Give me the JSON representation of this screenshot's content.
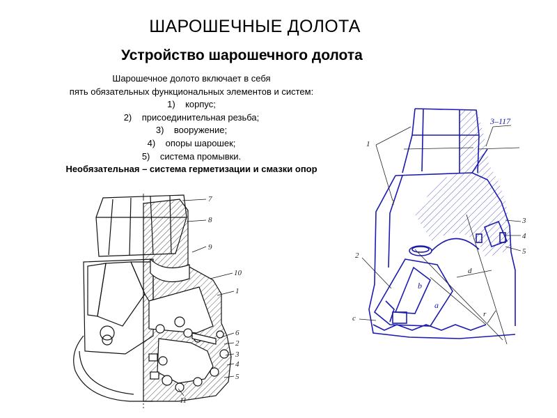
{
  "slide": {
    "title": "ШАРОШЕЧНЫЕ ДОЛОТА",
    "subtitle": "Устройство шарошечного долота",
    "intro_line1": "Шарошечное долото включает в себя",
    "intro_line2": "пять обязательных функциональных элементов и систем:",
    "elements": [
      "1)    корпус;",
      "2)    присоединительная резьба;",
      "3)    вооружение;",
      "4)    опоры шарошек;",
      "5)    система промывки."
    ],
    "optional_note": "Необязательная – система герметизации и смазки опор"
  },
  "left_drawing": {
    "callouts": [
      "7",
      "8",
      "9",
      "10",
      "1",
      "6",
      "2",
      "3",
      "4",
      "5",
      "11"
    ]
  },
  "right_drawing": {
    "dimension_label": "3–117",
    "callouts": [
      "1",
      "1",
      "2",
      "3",
      "4",
      "5"
    ],
    "letters": [
      "b",
      "c",
      "d",
      "a",
      "r"
    ]
  },
  "colors": {
    "drawing_blue": "#1a1ab0",
    "drawing_black": "#111111"
  }
}
